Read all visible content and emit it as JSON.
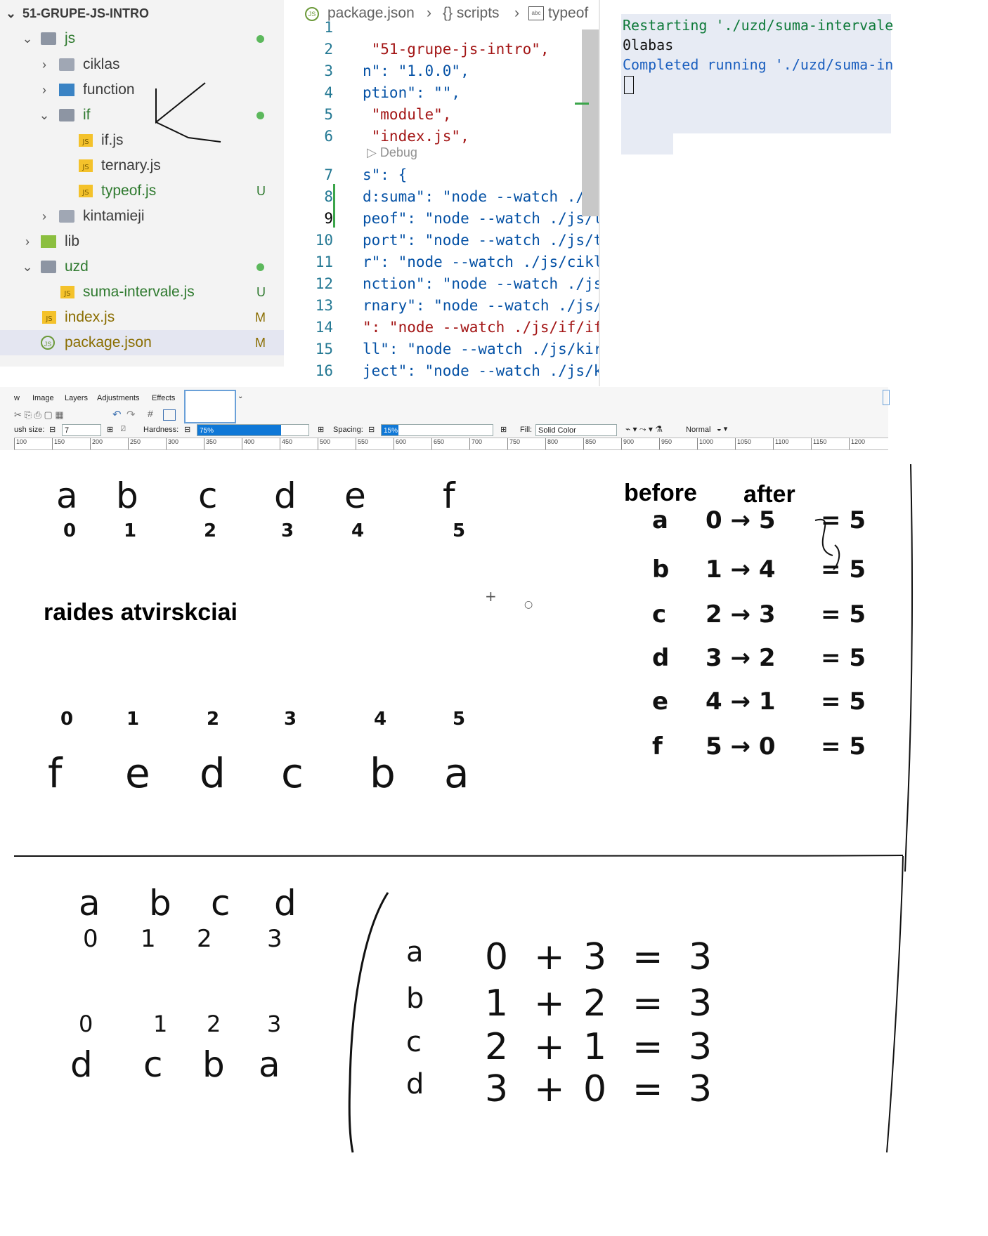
{
  "explorer": {
    "root_label": "51-GRUPE-JS-INTRO",
    "items": [
      {
        "label": "js",
        "status": ""
      },
      {
        "label": "ciklas",
        "status": ""
      },
      {
        "label": "function",
        "status": ""
      },
      {
        "label": "if",
        "status": ""
      },
      {
        "label": "if.js",
        "status": ""
      },
      {
        "label": "ternary.js",
        "status": ""
      },
      {
        "label": "typeof.js",
        "status": "U"
      },
      {
        "label": "kintamieji",
        "status": ""
      },
      {
        "label": "lib",
        "status": ""
      },
      {
        "label": "uzd",
        "status": ""
      },
      {
        "label": "suma-intervale.js",
        "status": "U"
      },
      {
        "label": "index.js",
        "status": "M"
      },
      {
        "label": "package.json",
        "status": "M"
      }
    ]
  },
  "editor": {
    "breadcrumb": [
      "package.json",
      "{} scripts",
      "typeof"
    ],
    "codelens": "Debug",
    "lines": [
      {
        "n": "1",
        "text": ""
      },
      {
        "n": "2",
        "text": " \"51-grupe-js-intro\","
      },
      {
        "n": "3",
        "text": "n\": \"1.0.0\","
      },
      {
        "n": "4",
        "text": "ption\": \"\","
      },
      {
        "n": "5",
        "text": " \"module\","
      },
      {
        "n": "6",
        "text": " \"index.js\","
      },
      {
        "n": "7",
        "text": "s\": {"
      },
      {
        "n": "8",
        "text": "d:suma\": \"node --watch ./uz"
      },
      {
        "n": "9",
        "text": "peof\": \"node --watch ./js/t"
      },
      {
        "n": "10",
        "text": "port\": \"node --watch ./js/t"
      },
      {
        "n": "11",
        "text": "r\": \"node --watch ./js/cikl"
      },
      {
        "n": "12",
        "text": "nction\": \"node --watch ./js"
      },
      {
        "n": "13",
        "text": "rnary\": \"node --watch ./js/"
      },
      {
        "n": "14",
        "text": "\": \"node --watch ./js/if/if"
      },
      {
        "n": "15",
        "text": "ll\": \"node --watch ./js/kir"
      },
      {
        "n": "16",
        "text": "ject\": \"node --watch ./js/k"
      }
    ]
  },
  "terminal": {
    "lines": [
      "Restarting './uzd/suma-intervale",
      "0labas",
      "Completed running './uzd/suma-in"
    ]
  },
  "paint": {
    "menu": [
      "w",
      "Image",
      "Layers",
      "Adjustments",
      "Effects"
    ],
    "brush_size_label": "ush size:",
    "brush_size_value": "7",
    "hardness_label": "Hardness:",
    "hardness_value": "75%",
    "spacing_label": "Spacing:",
    "spacing_value": "15%",
    "fill_label": "Fill:",
    "fill_value": "Solid Color",
    "blend_value": "Normal",
    "ruler": [
      "100",
      "150",
      "200",
      "250",
      "300",
      "350",
      "400",
      "450",
      "500",
      "550",
      "600",
      "650",
      "700",
      "750",
      "800",
      "850",
      "900",
      "950",
      "1000",
      "1050",
      "1100",
      "1150",
      "1200"
    ]
  },
  "drawing": {
    "top_letters": [
      "a",
      "b",
      "c",
      "d",
      "e",
      "f"
    ],
    "top_indices": [
      "0",
      "1",
      "2",
      "3",
      "4",
      "5"
    ],
    "heading": "raides atvirskciai",
    "before_label": "before",
    "after_label": "after",
    "mapping": [
      {
        "letter": "a",
        "expr": "0 → 5",
        "res": "= 5"
      },
      {
        "letter": "b",
        "expr": "1 → 4",
        "res": "= 5"
      },
      {
        "letter": "c",
        "expr": "2 → 3",
        "res": "= 5"
      },
      {
        "letter": "d",
        "expr": "3 → 2",
        "res": "= 5"
      },
      {
        "letter": "e",
        "expr": "4 → 1",
        "res": "= 5"
      },
      {
        "letter": "f",
        "expr": "5 → 0",
        "res": "= 5"
      }
    ],
    "mid_indices": [
      "0",
      "1",
      "2",
      "3",
      "4",
      "5"
    ],
    "mid_letters": [
      "f",
      "e",
      "d",
      "c",
      "b",
      "a"
    ],
    "bottom_letters": [
      "a",
      "b",
      "c",
      "d"
    ],
    "bottom_indices": [
      "0",
      "1",
      "2",
      "3"
    ],
    "bottom_indices2": [
      "0",
      "1",
      "2",
      "3"
    ],
    "bottom_letters2": [
      "d",
      "c",
      "b",
      "a"
    ],
    "sums": [
      {
        "letter": "a",
        "a": "0",
        "op": "+",
        "b": "3",
        "eq": "=",
        "r": "3"
      },
      {
        "letter": "b",
        "a": "1",
        "op": "+",
        "b": "2",
        "eq": "=",
        "r": "3"
      },
      {
        "letter": "c",
        "a": "2",
        "op": "+",
        "b": "1",
        "eq": "=",
        "r": "3"
      },
      {
        "letter": "d",
        "a": "3",
        "op": "+",
        "b": "0",
        "eq": "=",
        "r": "3"
      }
    ]
  }
}
